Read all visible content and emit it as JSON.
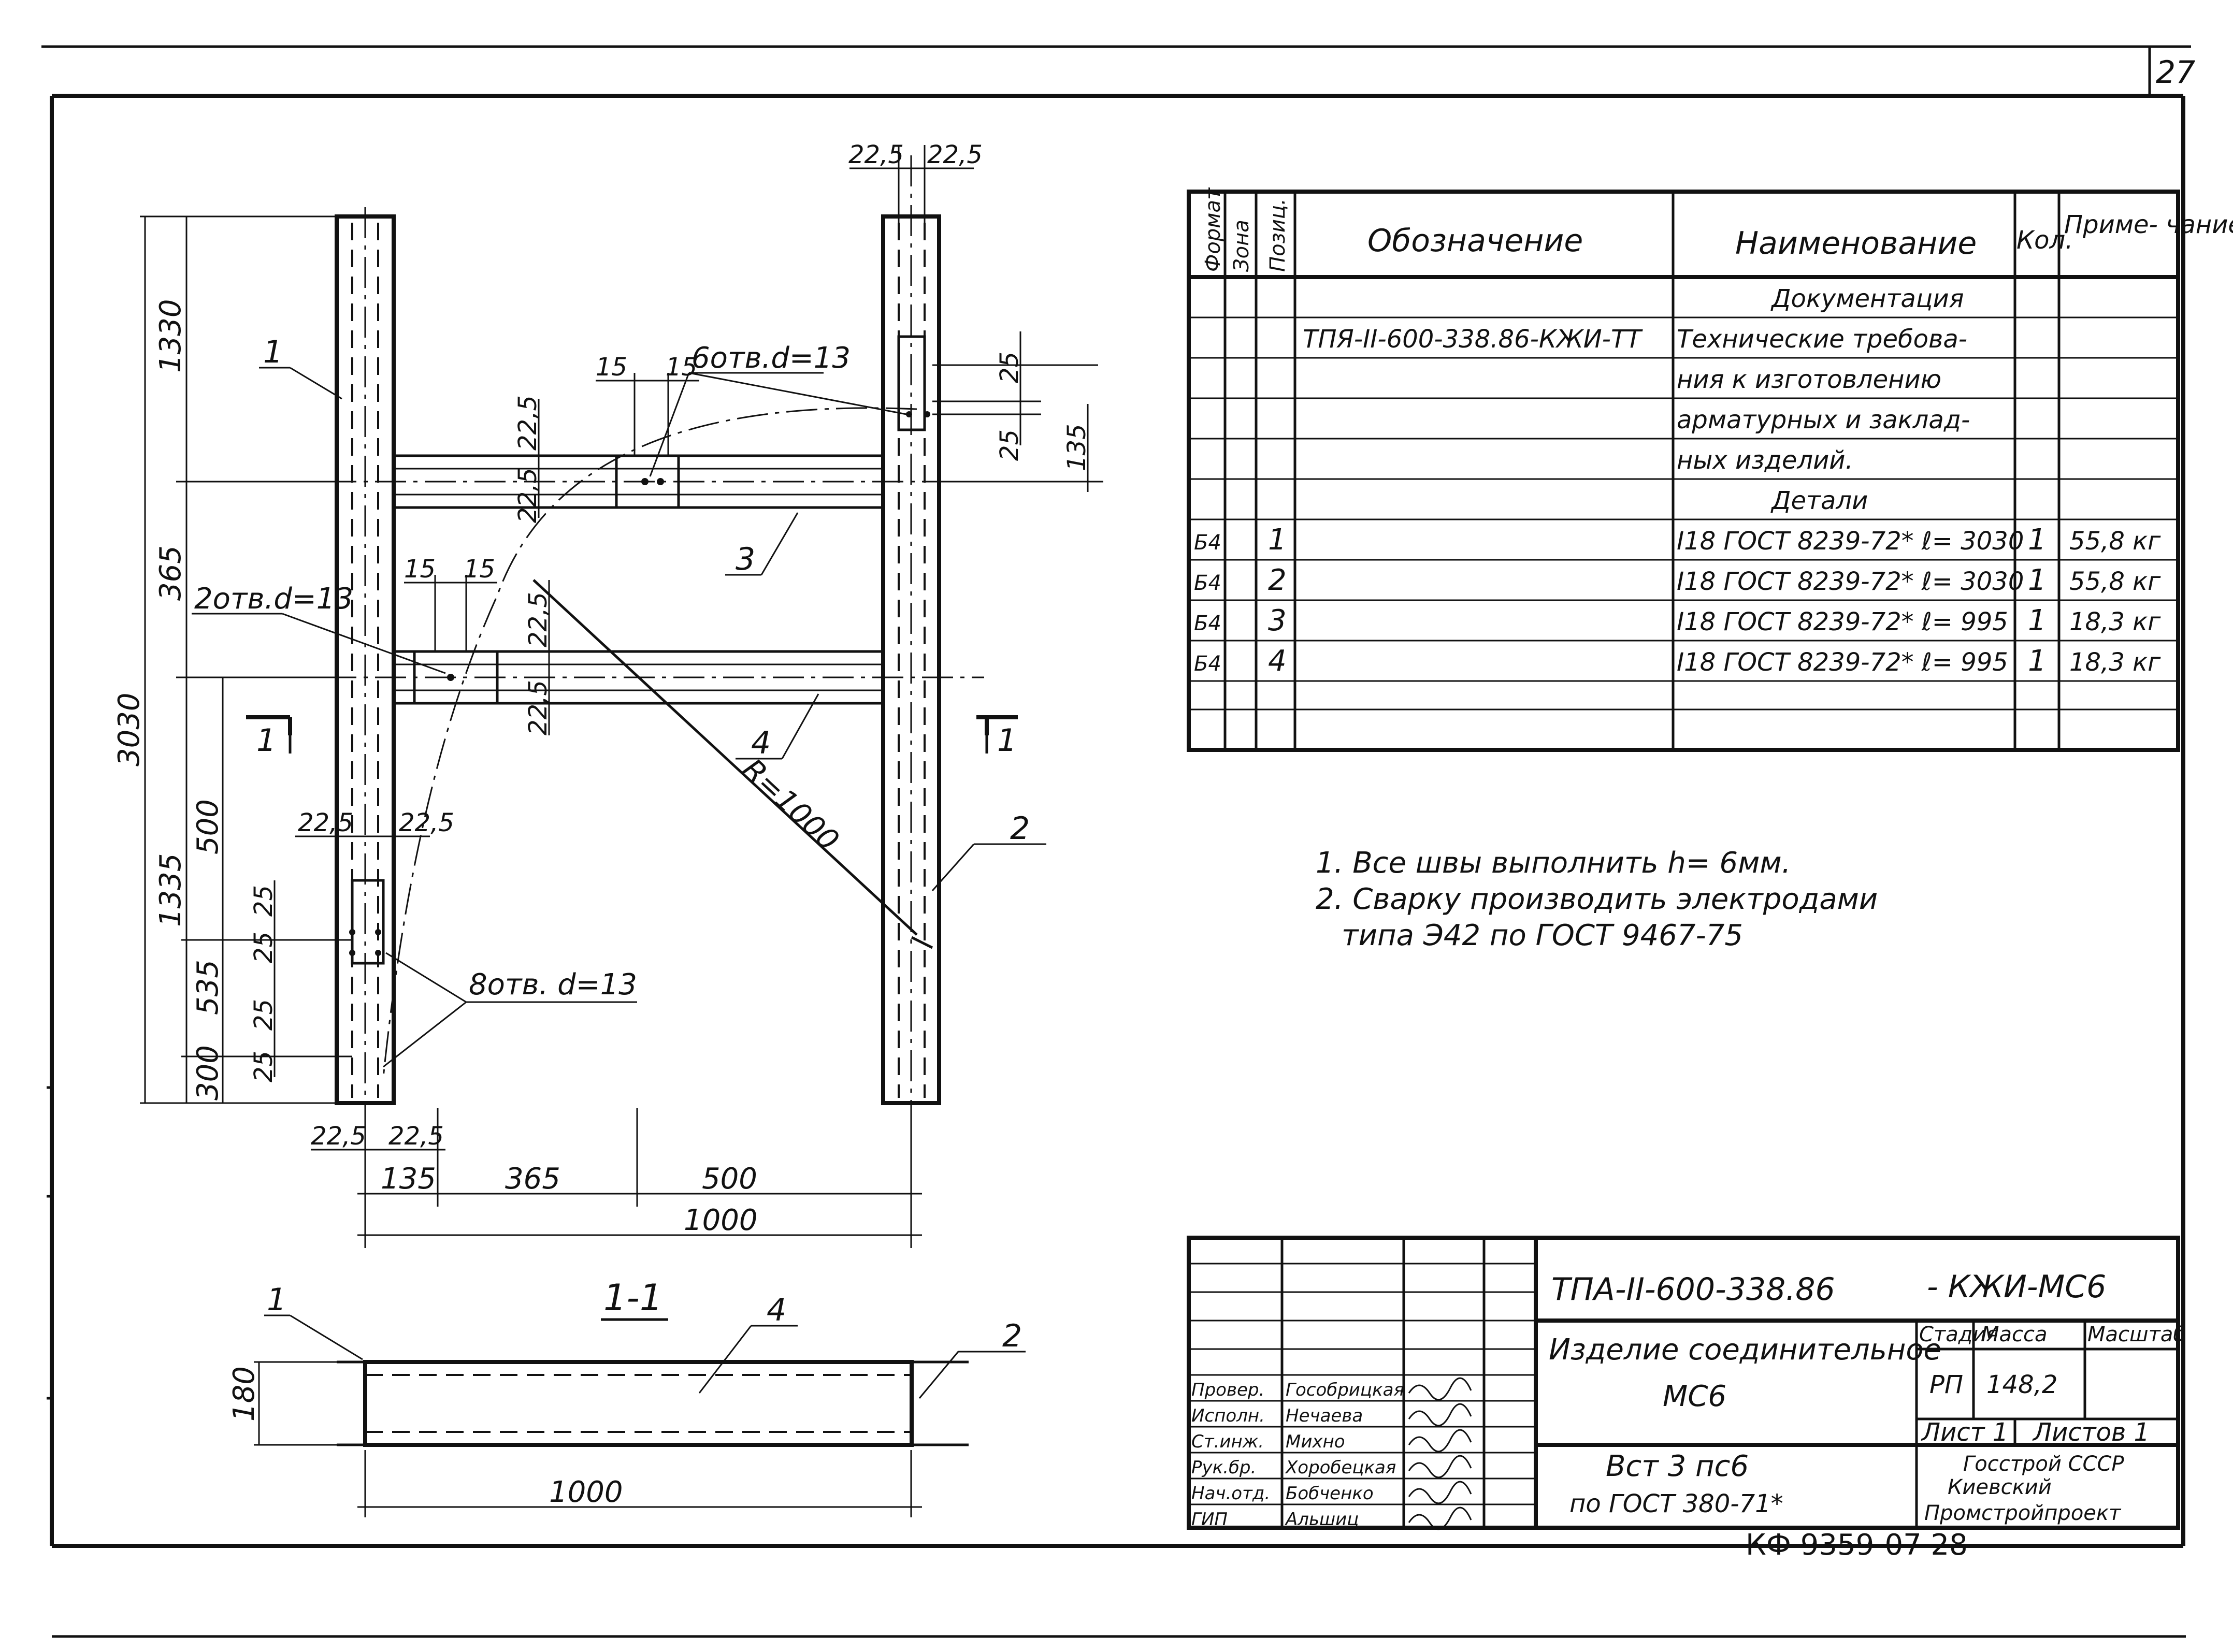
{
  "sheet_number": "27",
  "bottom_code": "КФ 9359-07  28",
  "drawing": {
    "dims_top": [
      "22,5",
      "22,5"
    ],
    "dims_left": [
      "1330",
      "365",
      "3030",
      "500",
      "1335",
      "535",
      "300"
    ],
    "dims_right": [
      "25",
      "25",
      "135"
    ],
    "dims_middle": [
      "15",
      "15",
      "15",
      "15",
      "22,5",
      "22,5",
      "22,5",
      "22,5"
    ],
    "dims_small_left": [
      "25",
      "25",
      "25",
      "25",
      "22,5",
      "22,5",
      "22,5",
      "22,5"
    ],
    "dims_bottom": [
      "135",
      "365",
      "500",
      "1000"
    ],
    "holes_upper": "6отв.d=13",
    "holes_middle": "2отв.d=13",
    "holes_lower": "8отв. d=13",
    "radius": "R=1000",
    "position_marks": [
      "1",
      "2",
      "3",
      "4"
    ],
    "section_marks": [
      "1",
      "1"
    ],
    "section": {
      "title": "1-1",
      "height": "180",
      "width": "1000",
      "marks": [
        "1",
        "2",
        "4"
      ]
    }
  },
  "spec_table": {
    "headers": {
      "format": "Формат",
      "zone": "Зона",
      "pos": "Позиц.",
      "designation": "Обозначение",
      "name": "Наименование",
      "qty": "Кол.",
      "note": "Приме- чание"
    },
    "rows": [
      {
        "format": "",
        "zone": "",
        "pos": "",
        "designation": "",
        "name": "Документация",
        "qty": "",
        "note": ""
      },
      {
        "format": "",
        "zone": "",
        "pos": "",
        "designation": "ТПЯ-II-600-338.86-КЖИ-ТТ",
        "name": "Технические требова-",
        "qty": "",
        "note": ""
      },
      {
        "format": "",
        "zone": "",
        "pos": "",
        "designation": "",
        "name": "ния к изготовлению",
        "qty": "",
        "note": ""
      },
      {
        "format": "",
        "zone": "",
        "pos": "",
        "designation": "",
        "name": "арматурных и заклад-",
        "qty": "",
        "note": ""
      },
      {
        "format": "",
        "zone": "",
        "pos": "",
        "designation": "",
        "name": "ных изделий.",
        "qty": "",
        "note": ""
      },
      {
        "format": "",
        "zone": "",
        "pos": "",
        "designation": "",
        "name": "Детали",
        "qty": "",
        "note": ""
      },
      {
        "format": "Б4",
        "zone": "",
        "pos": "1",
        "designation": "",
        "name": "I18 ГОСТ 8239-72* ℓ= 3030",
        "qty": "1",
        "note": "55,8 кг"
      },
      {
        "format": "Б4",
        "zone": "",
        "pos": "2",
        "designation": "",
        "name": "I18 ГОСТ 8239-72* ℓ= 3030",
        "qty": "1",
        "note": "55,8 кг"
      },
      {
        "format": "Б4",
        "zone": "",
        "pos": "3",
        "designation": "",
        "name": "I18 ГОСТ 8239-72* ℓ= 995",
        "qty": "1",
        "note": "18,3 кг"
      },
      {
        "format": "Б4",
        "zone": "",
        "pos": "4",
        "designation": "",
        "name": "I18 ГОСТ 8239-72* ℓ= 995",
        "qty": "1",
        "note": "18,3 кг"
      },
      {
        "format": "",
        "zone": "",
        "pos": "",
        "designation": "",
        "name": "",
        "qty": "",
        "note": ""
      }
    ]
  },
  "notes": [
    "1. Все швы выполнить h= 6мм.",
    "2. Сварку производить электродами",
    "типа Э42 по ГОСТ 9467-75"
  ],
  "title_block": {
    "code": "ТПА-II-600-338.86",
    "code_suffix": "- КЖИ-МС6",
    "name_line1": "Изделие соединительное",
    "name_line2": "МС6",
    "stage_label": "Стадия",
    "mass_label": "Масса",
    "scale_label": "Масштаб",
    "stage": "РП",
    "mass": "148,2",
    "sheet": "Лист 1",
    "sheets": "Листов 1",
    "material_line1": "Вст 3 пс6",
    "material_line2": "по ГОСТ 380-71*",
    "org_line1": "Госстрой СССР",
    "org_line2": "Киевский",
    "org_line3": "Промстройпроект",
    "people": [
      {
        "role": "Провер.",
        "name": "Гособрицкая"
      },
      {
        "role": "Исполн.",
        "name": "Нечаева"
      },
      {
        "role": "Ст.инж.",
        "name": "Михно"
      },
      {
        "role": "Рук.бр.",
        "name": "Хоробецкая"
      },
      {
        "role": "Нач.отд.",
        "name": "Бобченко"
      },
      {
        "role": "ГИП",
        "name": "Альшиц"
      }
    ]
  }
}
